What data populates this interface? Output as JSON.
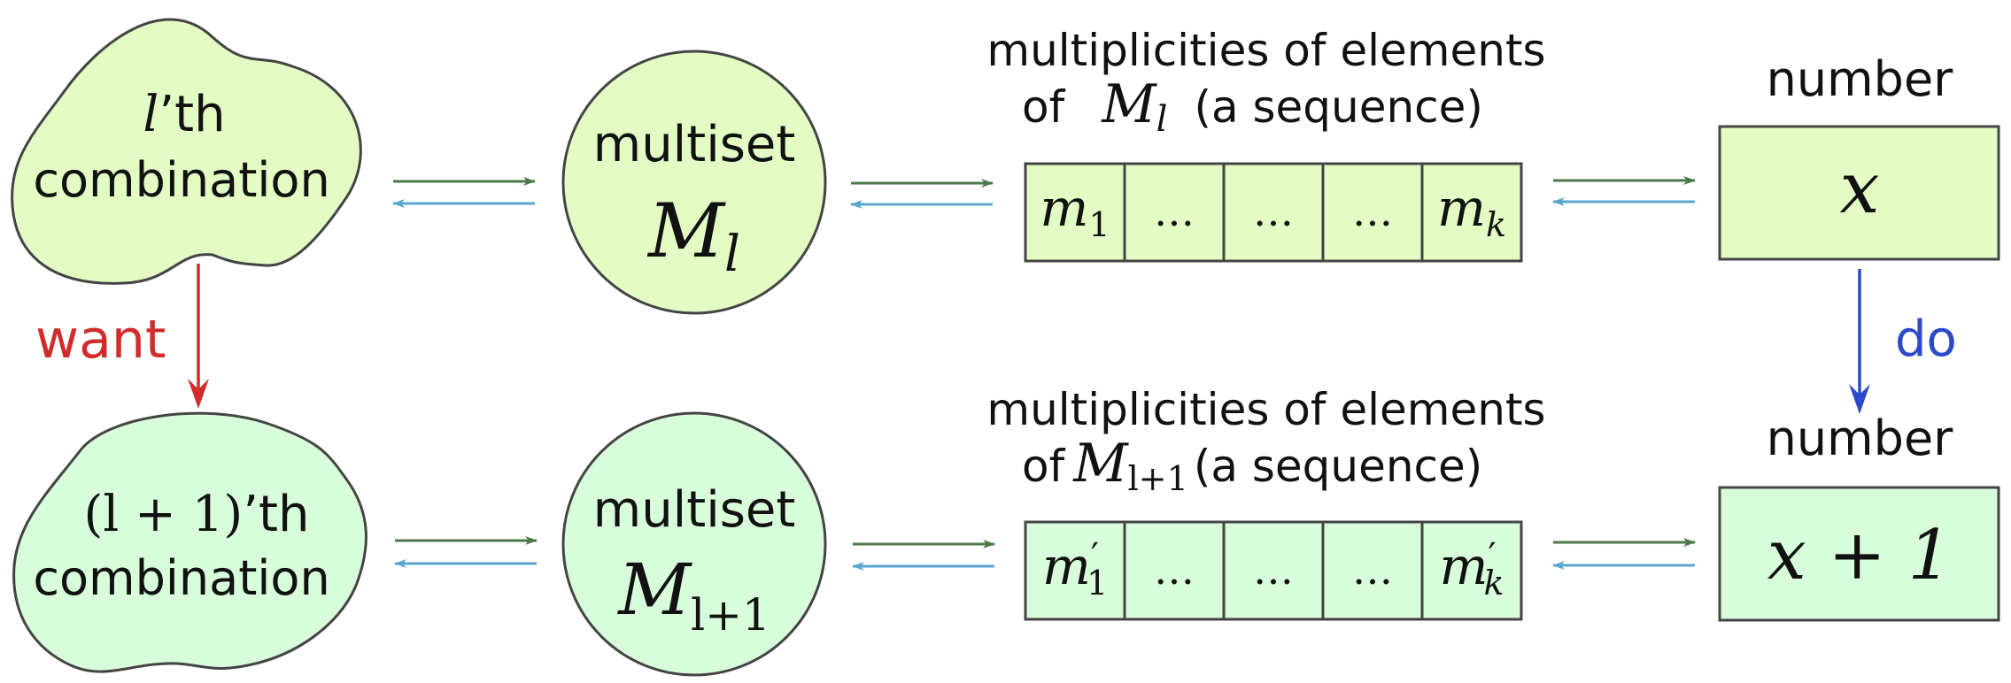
{
  "colors": {
    "top_fill": "#e2fcc4",
    "bottom_fill": "#d8fddb",
    "stroke": "#444444",
    "forward_arrow": "#4a7a4a",
    "backward_arrow": "#5aa6cc",
    "want_arrow": "#d12b2b",
    "do_arrow": "#2b49c9"
  },
  "top_row": {
    "combination": {
      "math": "l",
      "suffix": "’th",
      "label": "combination"
    },
    "multiset": {
      "label": "multiset",
      "math_base": "M",
      "math_sub": "l"
    },
    "sequence": {
      "heading_line1": "multiplicities of elements",
      "heading_of": "of",
      "heading_math_base": "M",
      "heading_math_sub": "l",
      "heading_suffix": "(a sequence)",
      "cells": [
        {
          "base": "m",
          "sub": "1",
          "prime": ""
        },
        {
          "base": "…",
          "sub": "",
          "prime": ""
        },
        {
          "base": "…",
          "sub": "",
          "prime": ""
        },
        {
          "base": "…",
          "sub": "",
          "prime": ""
        },
        {
          "base": "m",
          "sub": "k",
          "prime": ""
        }
      ]
    },
    "number": {
      "heading": "number",
      "math": "x"
    }
  },
  "bottom_row": {
    "combination": {
      "math": "(l + 1)",
      "suffix": "’th",
      "label": "combination"
    },
    "multiset": {
      "label": "multiset",
      "math_base": "M",
      "math_sub": "l+1"
    },
    "sequence": {
      "heading_line1": "multiplicities of elements",
      "heading_of": "of",
      "heading_math_base": "M",
      "heading_math_sub": "l+1",
      "heading_suffix": "(a sequence)",
      "cells": [
        {
          "base": "m",
          "sub": "1",
          "prime": "′"
        },
        {
          "base": "…",
          "sub": "",
          "prime": ""
        },
        {
          "base": "…",
          "sub": "",
          "prime": ""
        },
        {
          "base": "…",
          "sub": "",
          "prime": ""
        },
        {
          "base": "m",
          "sub": "k",
          "prime": "′"
        }
      ]
    },
    "number": {
      "heading": "number",
      "math": "x + 1"
    }
  },
  "vertical_arrows": {
    "want_label": "want",
    "do_label": "do"
  }
}
